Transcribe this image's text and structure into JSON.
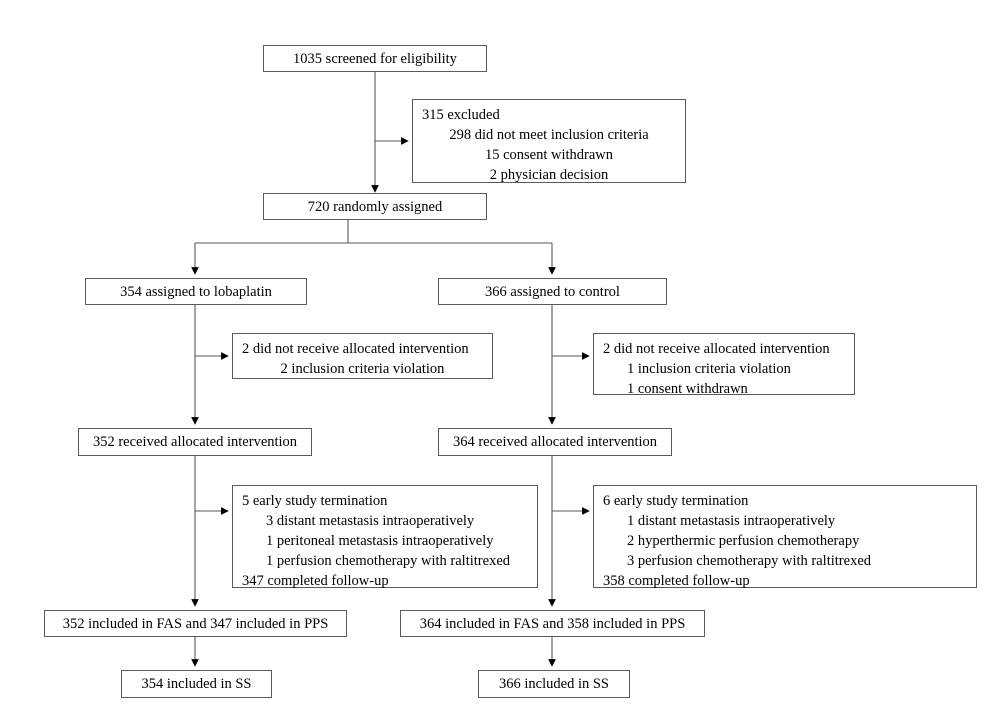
{
  "diagram": {
    "type": "consort-flow-diagram",
    "title": "",
    "stroke_color": "#5a5a5a",
    "text_color": "#000000",
    "background_color": "#ffffff"
  },
  "nodes": {
    "screened": {
      "label": "1035 screened for eligibility"
    },
    "excluded": {
      "head": "315 excluded",
      "items": [
        "298 did not meet inclusion criteria",
        "15 consent withdrawn",
        "2 physician decision"
      ]
    },
    "randomized": {
      "label": "720 randomly assigned"
    },
    "left_assigned": {
      "label": "354 assigned to lobaplatin"
    },
    "right_assigned": {
      "label": "366 assigned to control"
    },
    "left_not_received": {
      "head": "2 did not receive allocated intervention",
      "items": [
        "2 inclusion criteria violation"
      ]
    },
    "right_not_received": {
      "head": "2 did not receive allocated intervention",
      "items": [
        "1 inclusion criteria violation",
        "1 consent withdrawn"
      ]
    },
    "left_received": {
      "label": "352 received allocated intervention"
    },
    "right_received": {
      "label": "364 received allocated intervention"
    },
    "left_termination": {
      "head": "5 early study termination",
      "items": [
        "3 distant metastasis intraoperatively",
        "1 peritoneal metastasis intraoperatively",
        "1 perfusion chemotherapy with raltitrexed"
      ],
      "footer": "347 completed follow-up"
    },
    "right_termination": {
      "head": "6 early study termination",
      "items": [
        "1 distant metastasis intraoperatively",
        "2 hyperthermic perfusion chemotherapy",
        "3 perfusion chemotherapy with raltitrexed"
      ],
      "footer": "358 completed follow-up"
    },
    "left_analysis": {
      "label": "352 included in FAS and 347 included in PPS"
    },
    "right_analysis": {
      "label": "364 included in FAS and 358 included in PPS"
    },
    "left_safety": {
      "label": "354 included in SS"
    },
    "right_safety": {
      "label": "366 included in SS"
    }
  }
}
